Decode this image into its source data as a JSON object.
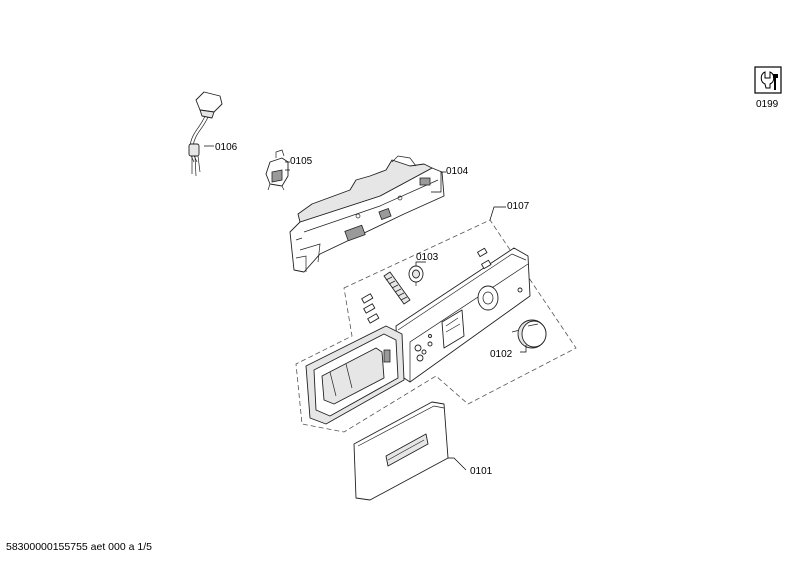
{
  "callouts": {
    "c0106": "0106",
    "c0105": "0105",
    "c0104": "0104",
    "c0107": "0107",
    "c0103": "0103",
    "c0102": "0102",
    "c0101": "0101",
    "c0199": "0199"
  },
  "footer": {
    "doc_ref": "58300000155755 aet 000 a 1/5"
  },
  "icons": {
    "service_kit": "wrench-icon"
  }
}
